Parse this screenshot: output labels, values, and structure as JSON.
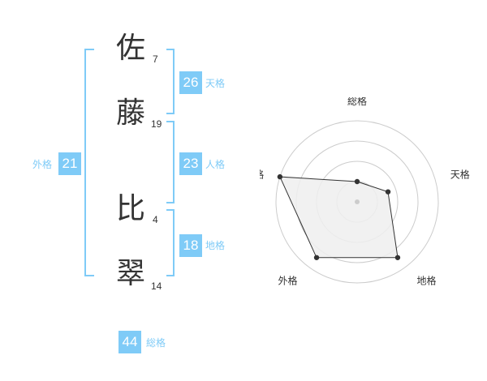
{
  "name": {
    "chars": [
      {
        "char": "佐",
        "strokes": "7"
      },
      {
        "char": "藤",
        "strokes": "19"
      },
      {
        "char": "比",
        "strokes": "4"
      },
      {
        "char": "翠",
        "strokes": "14"
      }
    ]
  },
  "kaku": {
    "tenkaku": {
      "value": "26",
      "label": "天格"
    },
    "jinkaku": {
      "value": "23",
      "label": "人格"
    },
    "chikaku": {
      "value": "18",
      "label": "地格"
    },
    "gaikaku": {
      "value": "21",
      "label": "外格"
    },
    "soukaku": {
      "value": "44",
      "label": "総格"
    }
  },
  "colors": {
    "accent": "#7fcbf7",
    "text": "#333333",
    "grid": "#cccccc",
    "fill": "#eeeeee"
  },
  "chart_data": {
    "type": "radar",
    "axes": [
      "総格",
      "天格",
      "地格",
      "外格",
      "人格"
    ],
    "values": [
      0.25,
      0.4,
      0.85,
      0.85,
      1.0
    ],
    "rings": 4
  }
}
